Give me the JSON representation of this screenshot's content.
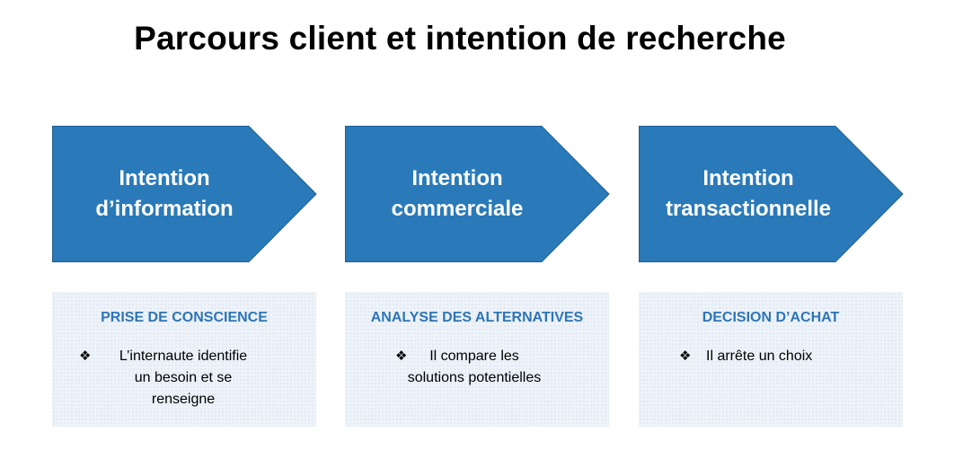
{
  "title": "Parcours client et intention de recherche",
  "colors": {
    "arrow_fill": "#2a7ab9",
    "arrow_stroke": "#1f5f94",
    "heading_blue": "#2e75b6",
    "panel_bg": "#eef3f9"
  },
  "stages": [
    {
      "line1": "Intention",
      "line2": "d’information",
      "heading": "PRISE DE CONSCIENCE",
      "bullet_icon": "diamond-bullet-icon",
      "bullet": "L’internaute identifie\nun besoin et se\nrenseigne"
    },
    {
      "line1": "Intention",
      "line2": "commerciale",
      "heading": "ANALYSE DES ALTERNATIVES",
      "bullet_icon": "diamond-bullet-icon",
      "bullet": "Il compare les\nsolutions potentielles"
    },
    {
      "line1": "Intention",
      "line2": "transactionnelle",
      "heading": "DECISION D’ACHAT",
      "bullet_icon": "diamond-bullet-icon",
      "bullet": "Il arrête un choix"
    }
  ]
}
